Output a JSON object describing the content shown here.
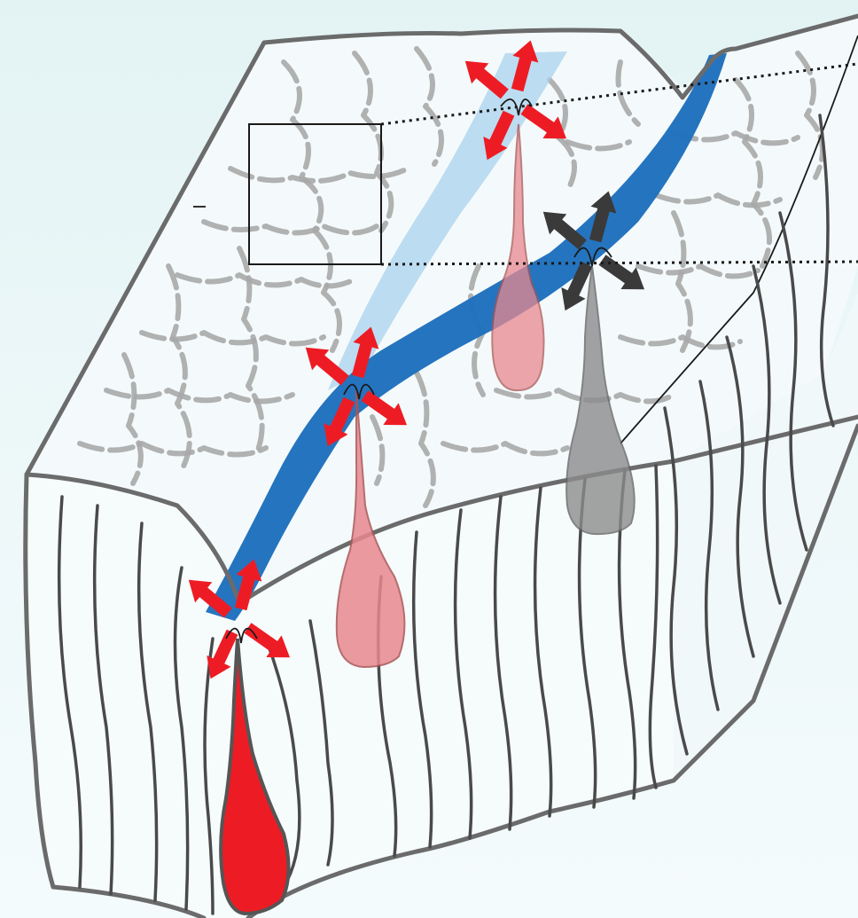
{
  "colors": {
    "background_top": "#e3f3f4",
    "background_bottom": "#f4fbfc",
    "outline": "#6b6b6b",
    "cell_walls": "#a8a8a8",
    "vessel_main": "#1e6fbd",
    "vessel_faint": "#a9d2ee",
    "cell_red": "#ed1c24",
    "cell_pink": "#e8888f",
    "cell_gray": "#8c8c8c",
    "arrow_red": "#ed1c24",
    "arrow_dark": "#3a3a3a"
  },
  "elements": {
    "block": "tissue-block",
    "top_surface": "cell-network",
    "vessel": "blue-channel",
    "migrating_cells": [
      "red-cell-front",
      "pink-cell-middle",
      "pink-cell-back",
      "gray-cell"
    ],
    "arrow_clusters": [
      "red",
      "red",
      "red",
      "dark"
    ],
    "zoom_box": "inset-frame"
  }
}
